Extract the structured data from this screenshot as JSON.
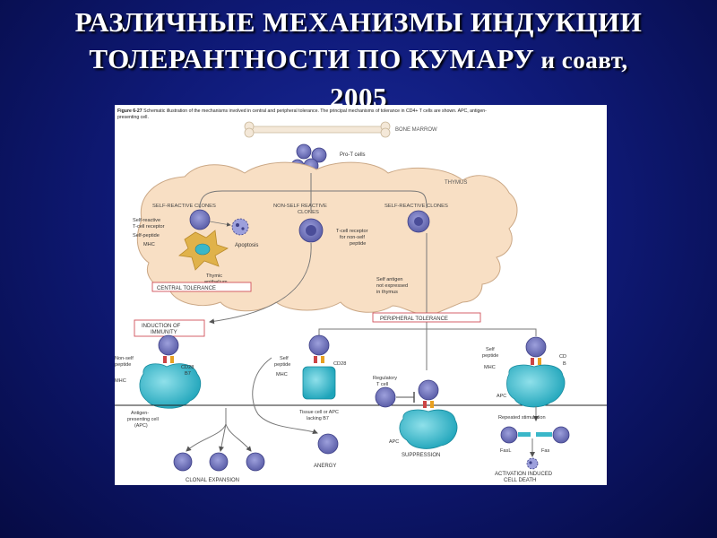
{
  "slide": {
    "title_line1": "РАЗЛИЧНЫЕ МЕХАНИЗМЫ ИНДУКЦИИ",
    "title_line2_main": "ТОЛЕРАНТНОСТИ ПО КУМАРУ",
    "title_line2_tail": " и соавт,",
    "title_line3": "2005"
  },
  "figure": {
    "caption_label": "Figure 6-27",
    "caption_text1": " Schematic illustration of the mechanisms involved in central and peripheral tolerance. The principal mechanisms of tolerance in CD4+ T cells are shown. APC, antigen-",
    "caption_text2": "presenting cell.",
    "bone_marrow": "BONE MARROW",
    "pro_t_cells": "Pro-T cells",
    "thymus": "THYMUS",
    "self_reactive_clones_left": "SELF-REACTIVE CLONES",
    "non_self_reactive_1": "NON-SELF REACTIVE",
    "non_self_reactive_2": "CLONES",
    "self_reactive_clones_right": "SELF-REACTIVE CLONES",
    "self_reactive_receptor_1": "Self-reactive",
    "self_reactive_receptor_2": "T-cell receptor",
    "self_peptide": "Self-peptide",
    "mhc": "MHC",
    "apoptosis": "Apoptosis",
    "thymic_epithelium_1": "Thymic",
    "thymic_epithelium_2": "epithelium",
    "tcr_non_self_1": "T-cell receptor",
    "tcr_non_self_2": "for non-self",
    "tcr_non_self_3": "peptide",
    "central_tolerance": "CENTRAL TOLERANCE",
    "self_antigen_1": "Self antigen",
    "self_antigen_2": "not expressed",
    "self_antigen_3": "in thymus",
    "induction_1": "INDUCTION OF",
    "induction_2": "IMMUNITY",
    "peripheral_tolerance": "PERIPHERAL TOLERANCE",
    "non_self_peptide_1": "Non-self",
    "non_self_peptide_2": "peptide",
    "cd28": "CD28",
    "b7": "B7",
    "mhc_left": "MHC",
    "apc_label_1": "Antigen-",
    "apc_label_2": "presenting cell",
    "apc_label_3": "(APC)",
    "self_peptide_mid_1": "Self",
    "self_peptide_mid_2": "peptide",
    "cd28_mid": "CD28",
    "mhc_mid": "MHC",
    "tissue_cell_1": "Tissue cell or APC",
    "tissue_cell_2": "lacking B7",
    "regulatory_1": "Regulatory",
    "regulatory_2": "T cell",
    "self_peptide_right_1": "Self",
    "self_peptide_right_2": "peptide",
    "mhc_right": "MHC",
    "cd_right": "CD",
    "b_right": "B",
    "apc_right": "APC",
    "apc_supp": "APC",
    "repeated_stimulation": "Repeated stimulation",
    "fasl": "FasL",
    "fas": "Fas",
    "clonal_expansion": "CLONAL EXPANSION",
    "anergy": "ANERGY",
    "suppression": "SUPPRESSION",
    "aicd_1": "ACTIVATION INDUCED",
    "aicd_2": "CELL DEATH"
  },
  "colors": {
    "background": "#0f1a78",
    "title": "#ffffff",
    "thymus_fill": "#f8dfc4",
    "t_cell": "#6d6fb5",
    "apc_cell": "#3ab7c9",
    "epithelium": "#e0b24a",
    "box_border": "#d0505a"
  }
}
